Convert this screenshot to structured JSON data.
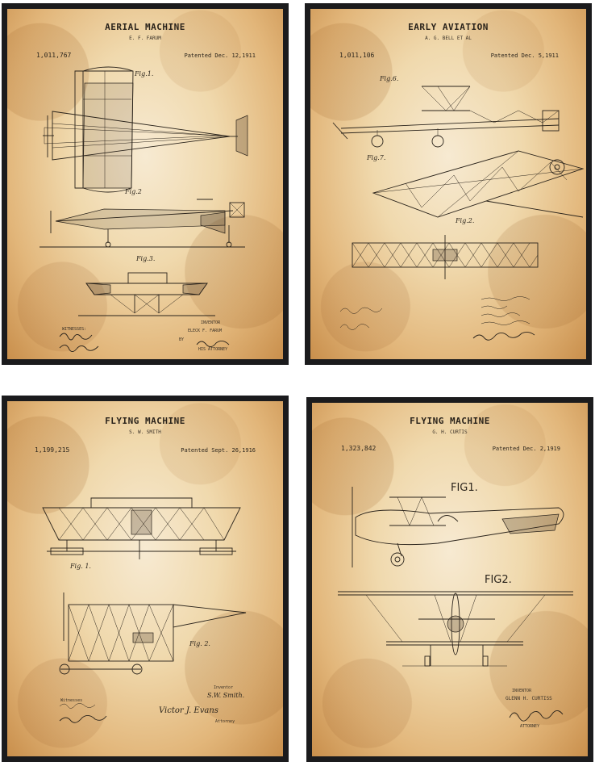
{
  "posters": [
    {
      "title": "AERIAL MACHINE",
      "inventor_line": "E. F. FARUM",
      "patent_number": "1,011,767",
      "patent_date": "Patented Dec. 12,1911",
      "figures": [
        "Fig.1.",
        "Fig.2",
        "Fig.3."
      ],
      "witnesses_label": "WITNESSES:",
      "inventor_label": "INVENTOR",
      "inventor_name": "ELECK F. FARUM",
      "by_label": "BY",
      "attorney_label": "HIS ATTORNEY"
    },
    {
      "title": "EARLY AVIATION",
      "inventor_line": "A. G. BELL ET AL",
      "patent_number": "1,011,106",
      "patent_date": "Patented Dec. 5,1911",
      "figures": [
        "Fig.6.",
        "Fig.7.",
        "Fig.2."
      ]
    },
    {
      "title": "FLYING MACHINE",
      "inventor_line": "S. W. SMITH",
      "patent_number": "1,199,215",
      "patent_date": "Patented Sept. 26,1916",
      "figures": [
        "Fig. 1.",
        "Fig. 2."
      ],
      "witnesses_label": "Witnesses",
      "inventor_label": "Inventor",
      "inventor_name": "S.W. Smith.",
      "attorney_label": "Attorney",
      "signature": "Victor J. Evans"
    },
    {
      "title": "FLYING MACHINE",
      "inventor_line": "G. H. CURTIS",
      "patent_number": "1,323,842",
      "patent_date": "Patented Dec. 2,1919",
      "figures": [
        "FIG1.",
        "FIG2."
      ],
      "inventor_label": "INVENTOR",
      "inventor_name": "GLENN H. CURTISS",
      "attorney_label": "ATTORNEY"
    }
  ]
}
